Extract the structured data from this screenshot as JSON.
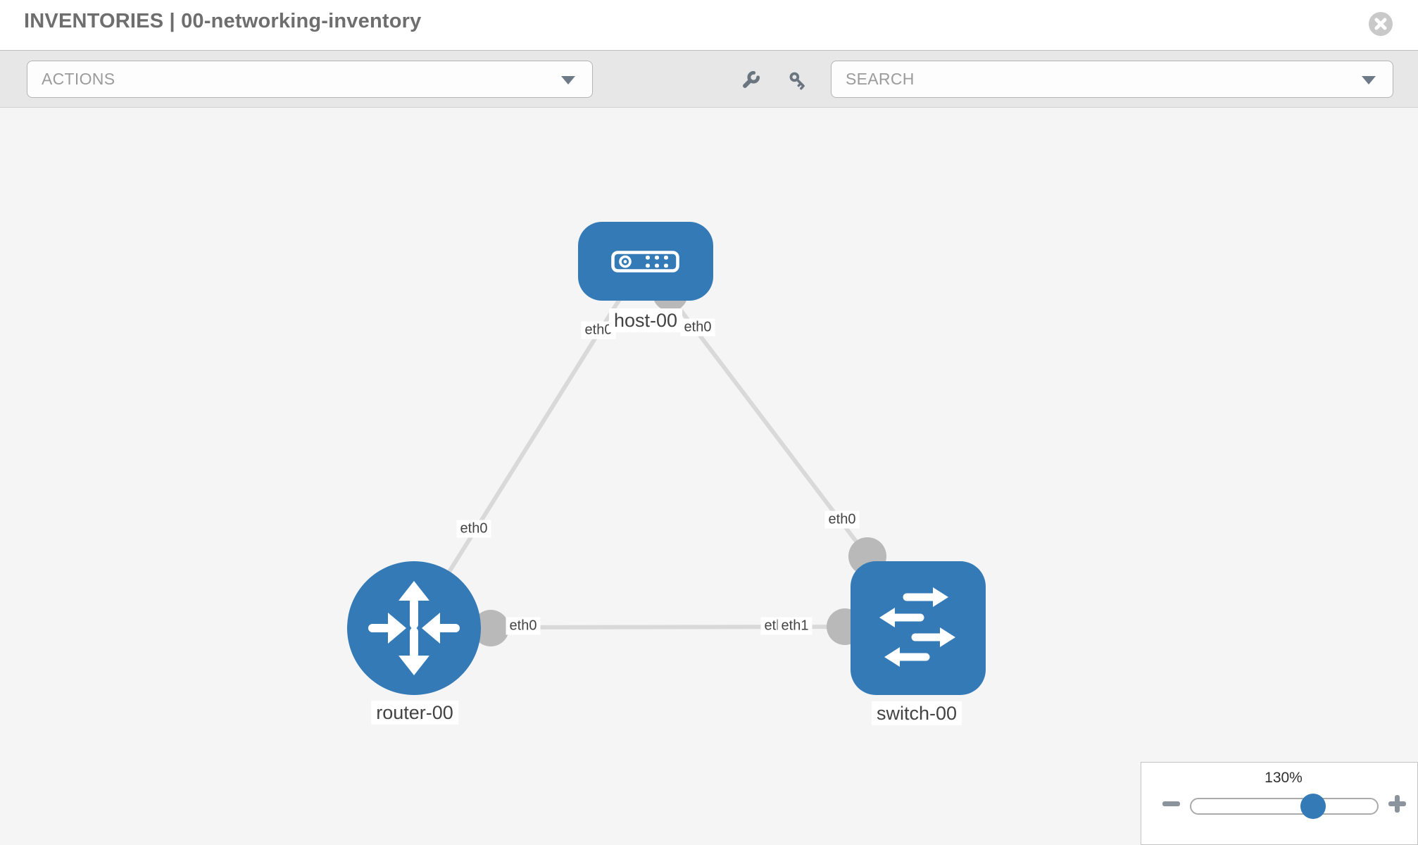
{
  "header": {
    "title": "INVENTORIES | 00-networking-inventory"
  },
  "toolbar": {
    "actions_label": "ACTIONS",
    "search_label": "SEARCH",
    "icons": [
      "wrench-icon",
      "key-icon"
    ]
  },
  "colors": {
    "node_blue": "#337ab7",
    "link_gray": "#d9d9d9",
    "connector_gray": "#b9b9b9",
    "canvas_bg": "#f5f5f5",
    "toolbar_bg": "#e7e7e7"
  },
  "graph": {
    "nodes": [
      {
        "id": "host-00",
        "type": "host",
        "label": "host-00"
      },
      {
        "id": "router-00",
        "type": "router",
        "label": "router-00"
      },
      {
        "id": "switch-00",
        "type": "switch",
        "label": "switch-00"
      }
    ],
    "links": [
      {
        "from": "host-00",
        "to": "router-00",
        "from_interface": "eth0",
        "to_interface": "eth0"
      },
      {
        "from": "host-00",
        "to": "switch-00",
        "from_interface": "eth0",
        "to_interface": "eth0"
      },
      {
        "from": "router-00",
        "to": "switch-00",
        "from_interface": "eth0",
        "to_interface": "eth1",
        "to_interface_overlapped": "eth0"
      }
    ]
  },
  "zoom_control": {
    "value": "130%"
  }
}
